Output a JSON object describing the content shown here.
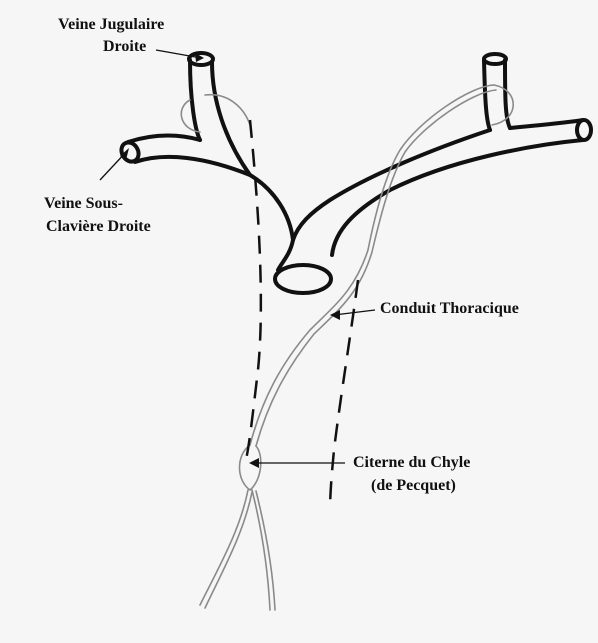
{
  "labels": {
    "jugular_l1": "Veine Jugulaire",
    "jugular_l2": "Droite",
    "subclavian_l1": "Veine Sous-",
    "subclavian_l2": "Clavière Droite",
    "thoracic_duct": "Conduit Thoracique",
    "cisterna_l1": "Citerne du Chyle",
    "cisterna_l2": "(de Pecquet)"
  },
  "colors": {
    "ink": "#111111",
    "duct": "#8a8a8a",
    "background": "#f6f6f6"
  }
}
